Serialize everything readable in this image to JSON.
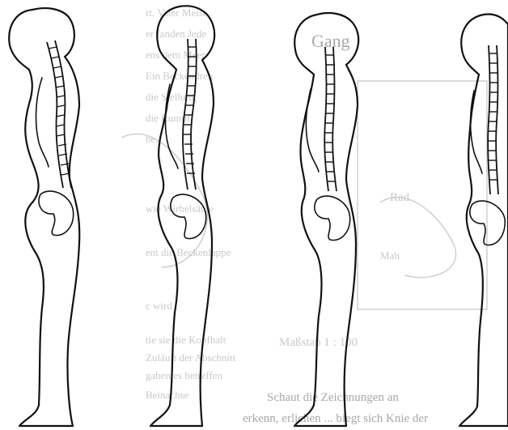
{
  "bleed_text": {
    "heading": "Gang",
    "left_column": [
      "rt. Vater Meist",
      "er fanden Jede",
      "ens dem Meer",
      "Ein Beckendreh",
      "die Stellung",
      "die Rumpf",
      "be.",
      "wie Wirbelsäule",
      "ent die Beckenlappe",
      "c wird",
      "tie sie die Kopfhalt",
      "Zuläuft der Abschnitt",
      "gaben es betreffen",
      "Beinachse"
    ],
    "right_labels": [
      "Rad",
      "Mah",
      "Maßstab 1 : 100"
    ],
    "bottom_lines": [
      "Schaut die Zeichnungen an",
      "erkenn, erlichen ... biegt sich Knie der"
    ]
  }
}
